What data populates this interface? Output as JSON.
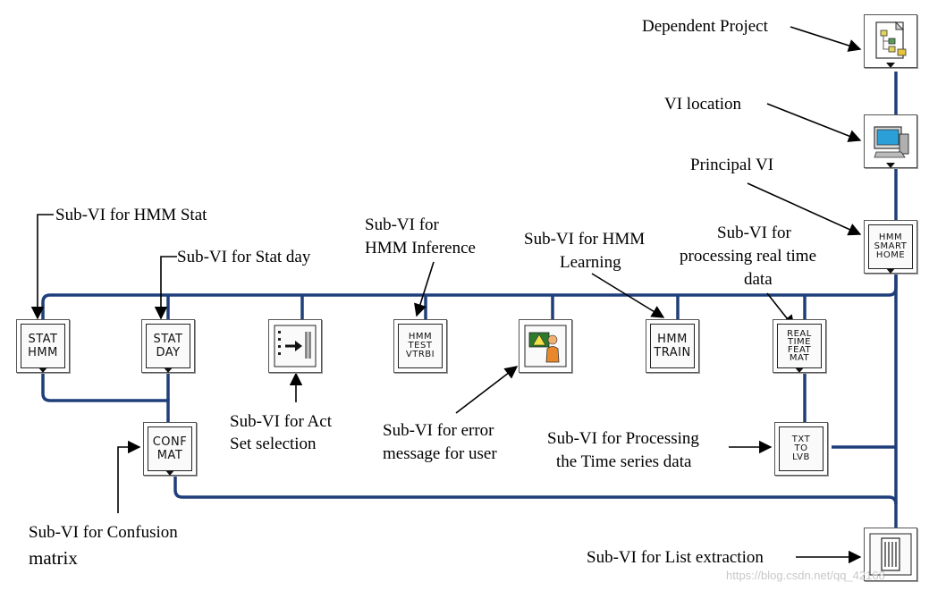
{
  "labels": {
    "dependent_project": "Dependent Project",
    "vi_location": "VI location",
    "principal_vi": "Principal VI",
    "hmm_stat": "Sub-VI for HMM Stat",
    "stat_day": "Sub-VI for Stat day",
    "hmm_inference_1": "Sub-VI for",
    "hmm_inference_2": "HMM Inference",
    "hmm_learning_1": "Sub-VI for HMM",
    "hmm_learning_2": "Learning",
    "real_time_1": "Sub-VI for",
    "real_time_2": "processing real time",
    "real_time_3": "data",
    "act_set_1": "Sub-VI  for  Act",
    "act_set_2": "Set selection",
    "error_msg_1": "Sub-VI  for  error",
    "error_msg_2": "message for user",
    "time_series_1": "Sub-VI for Processing",
    "time_series_2": "the Time series data",
    "confusion_1": "Sub-VI  for  Confusion",
    "confusion_2": "matrix",
    "list_extraction": "Sub-VI for List extraction"
  },
  "icons": {
    "stat_hmm": [
      "STAT",
      "HMM"
    ],
    "stat_day": [
      "STAT",
      "DAY"
    ],
    "hmm_test_vtrbi": [
      "HMM",
      "TEST",
      "VTRBI"
    ],
    "hmm_train": [
      "HMM",
      "TRAIN"
    ],
    "real_time_feat_mat": [
      "REAL",
      "TIME",
      "FEAT",
      "MAT"
    ],
    "txt_to_lvb": [
      "TXT",
      "TO",
      "LVB"
    ],
    "conf_mat": [
      "CONF",
      "MAT"
    ],
    "hmm_smart_home": [
      "HMM",
      "SMART",
      "HOME"
    ]
  },
  "watermark": "https://blog.csdn.net/qq_42168",
  "colors": {
    "wire": "#1f3f7a",
    "arrow": "#000000"
  }
}
